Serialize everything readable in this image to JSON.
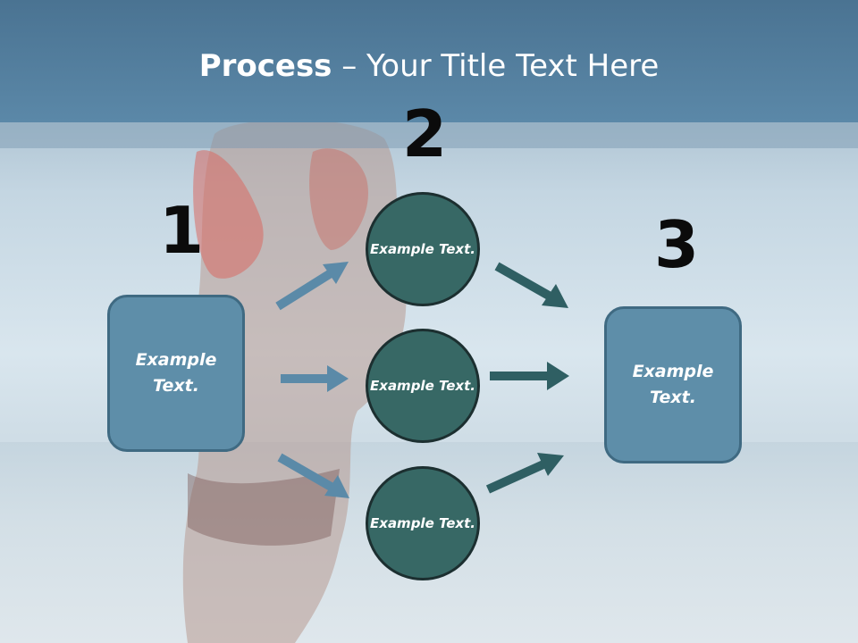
{
  "slide": {
    "title_bold": "Process",
    "title_rest": " – Your Title Text Here",
    "step_numbers": [
      "1",
      "2",
      "3"
    ],
    "left_box": "Example Text.",
    "circles": [
      "Example Text.",
      "Example Text.",
      "Example Text."
    ],
    "right_box": "Example Text."
  },
  "colors": {
    "title_bar": "#5b88a8",
    "box_fill": "#5e8ea9",
    "circle_fill": "#376865",
    "left_arrows": "#5b8aa8",
    "right_arrows": "#2f5f63"
  }
}
